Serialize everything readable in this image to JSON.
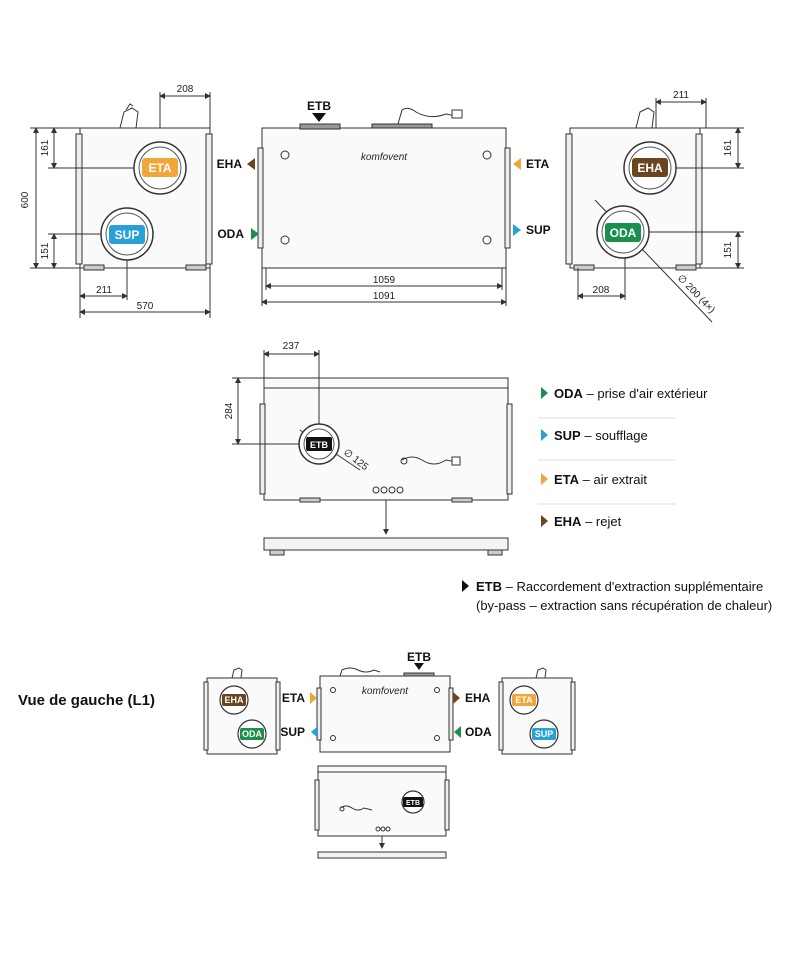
{
  "colors": {
    "oda": "#1b8f4e",
    "sup": "#2aa0d8",
    "eta": "#f2a63a",
    "eha": "#6b4520",
    "etb": "#111111"
  },
  "top": {
    "left_side": {
      "dim_top": "208",
      "dim_h": "600",
      "dim_a": "161",
      "dim_b": "151",
      "dim_w_inner": "211",
      "dim_w": "570",
      "port_upper": "ETA",
      "port_lower": "SUP"
    },
    "front": {
      "brand": "komfovent",
      "etb_label": "ETB",
      "left_upper": "EHA",
      "left_lower": "ODA",
      "right_upper": "ETA",
      "right_lower": "SUP",
      "dim_inner": "1059",
      "dim_outer": "1091"
    },
    "right_side": {
      "dim_top": "211",
      "dim_a": "161",
      "dim_b": "151",
      "dim_w_inner": "208",
      "dim_diam": "∅ 200 (4×)",
      "port_upper": "EHA",
      "port_lower": "ODA"
    }
  },
  "middle": {
    "dim_x": "237",
    "dim_y": "284",
    "dim_diam": "∅ 125",
    "port": "ETB"
  },
  "legend": [
    {
      "code": "ODA",
      "desc": "– prise d'air extérieur",
      "color": "#1b8f4e"
    },
    {
      "code": "SUP",
      "desc": "– soufflage",
      "color": "#2aa0d8"
    },
    {
      "code": "ETA",
      "desc": "– air extrait",
      "color": "#f2a63a"
    },
    {
      "code": "EHA",
      "desc": "– rejet",
      "color": "#6b4520"
    }
  ],
  "etb_note": {
    "code": "ETB",
    "line1": "– Raccordement d'extraction supplémentaire",
    "line2": "(by-pass – extraction sans récupération de chaleur)"
  },
  "bottom": {
    "title": "Vue de gauche (L1)",
    "left_side": {
      "upper": "EHA",
      "lower": "ODA"
    },
    "front": {
      "brand": "komfovent",
      "etb_label": "ETB",
      "left_upper": "ETA",
      "left_lower": "SUP",
      "right_upper": "EHA",
      "right_lower": "ODA"
    },
    "right_side": {
      "upper": "ETA",
      "lower": "SUP"
    },
    "plan_port": "ETB"
  }
}
